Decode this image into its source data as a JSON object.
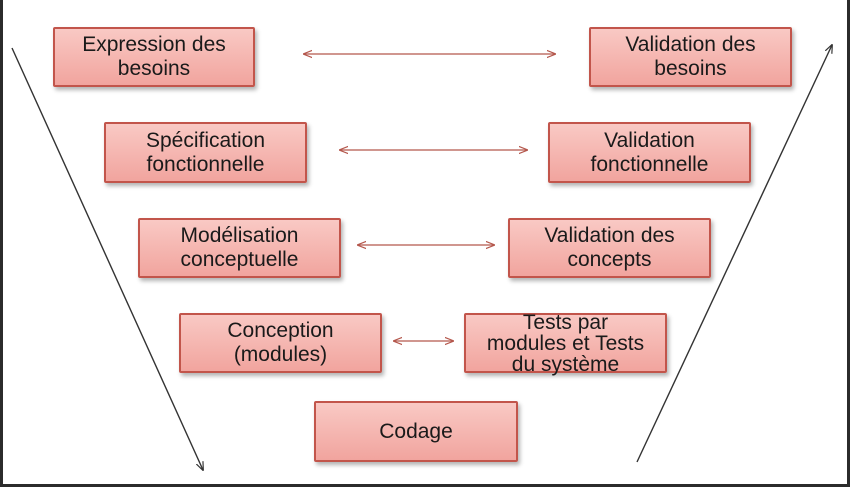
{
  "left_boxes": [
    {
      "label": "Expression des\nbesoins"
    },
    {
      "label": "Spécification\nfonctionnelle"
    },
    {
      "label": "Modélisation\nconceptuelle"
    },
    {
      "label": "Conception\n(modules)"
    }
  ],
  "right_boxes": [
    {
      "label": "Validation des\nbesoins"
    },
    {
      "label": "Validation\nfonctionnelle"
    },
    {
      "label": "Validation des\nconcepts"
    },
    {
      "label": "Tests par\nmodules et Tests\ndu système"
    }
  ],
  "bottom_box": {
    "label": "Codage"
  },
  "colors": {
    "box_fill_top": "#f9c9c4",
    "box_fill_bottom": "#f1a49e",
    "box_border": "#c2554b",
    "connector": "#b4574c",
    "arrow": "#333333"
  }
}
